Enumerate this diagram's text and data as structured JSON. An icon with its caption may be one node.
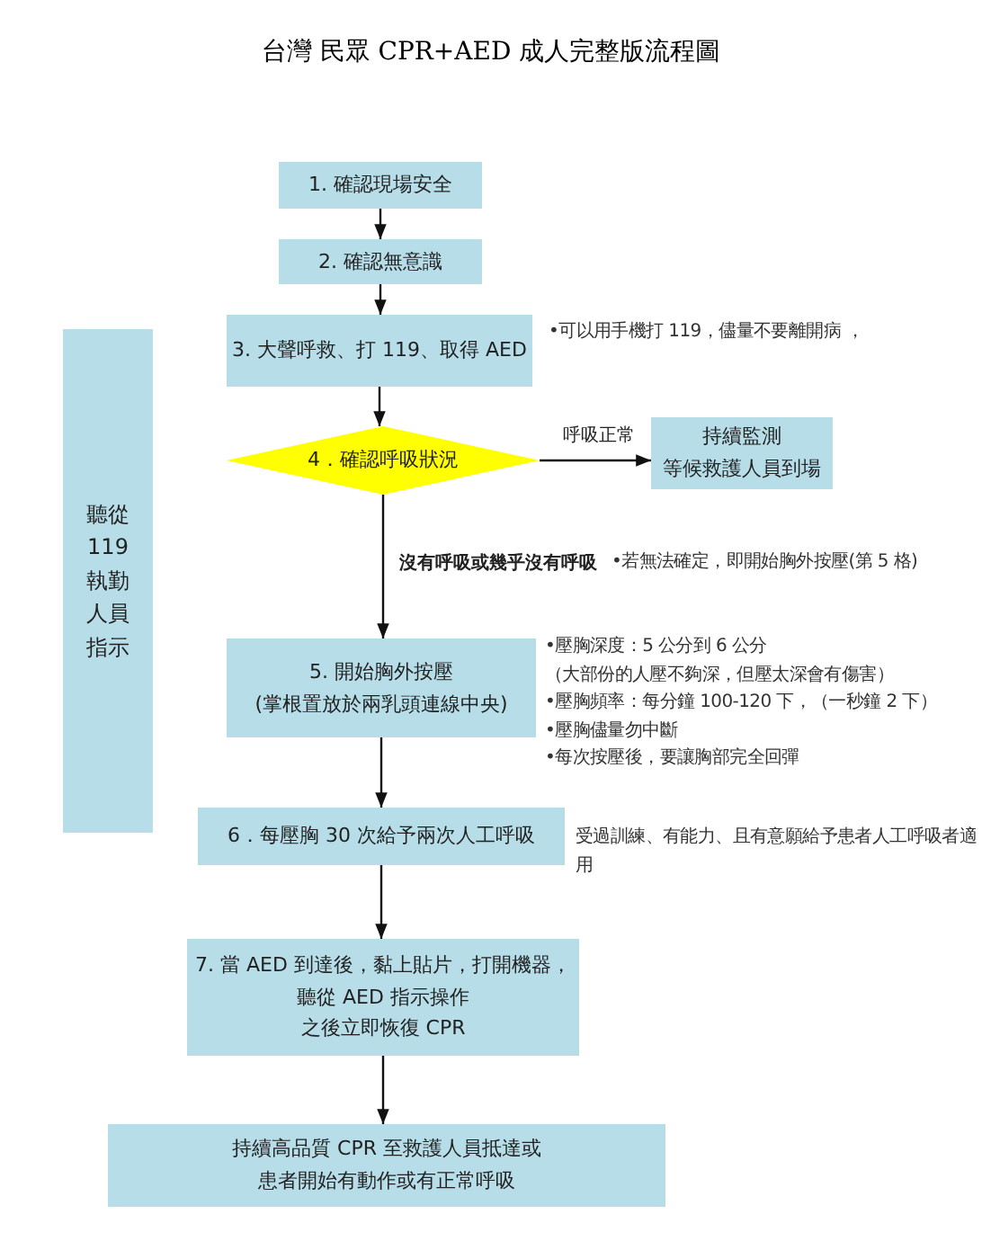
{
  "diagram": {
    "title": "台灣 民眾 CPR+AED 成人完整版流程圖",
    "nodes": [
      {
        "text": [
          "1. 確認現場安全"
        ]
      },
      {
        "text": [
          "2. 確認無意識"
        ]
      },
      {
        "text": [
          "3. 大聲呼救、打 119、取得 AED"
        ],
        "beside": [
          "•可以用手機打 119，儘量不要離開病 ，"
        ]
      },
      {
        "text": [
          "4．確認呼吸狀況"
        ]
      },
      {
        "text": [
          "持續監測",
          "等候救護人員到場"
        ]
      },
      {
        "text": [
          "5. 開始胸外按壓",
          "(掌根置放於兩乳頭連線中央)"
        ],
        "beside": [
          "•壓胸深度：5 公分到 6 公分",
          "（大部份的人壓不夠深，但壓太深會有傷害）",
          "•壓胸頻率：每分鐘 100-120 下，（一秒鐘 2 下）",
          "•壓胸儘量勿中斷",
          "•每次按壓後，要讓胸部完全回彈"
        ]
      },
      {
        "text": [
          "6．每壓胸 30 次給予兩次人工呼吸"
        ],
        "beside": [
          "受過訓練、有能力、且有意願給予患者人工呼吸者適用"
        ]
      },
      {
        "text": [
          "7. 當 AED 到達後，黏上貼片，打開機器，",
          "聽從 AED 指示操作",
          "之後立即恢復 CPR"
        ]
      },
      {
        "text": [
          "持續高品質 CPR 至救護人員抵達或",
          "患者開始有動作或有正常呼吸"
        ]
      },
      {
        "text": [
          "聽從119執勤人員指示"
        ]
      }
    ],
    "edges": [
      {
        "from": 0,
        "to": 1,
        "arrow": "to"
      },
      {
        "from": 1,
        "to": 2,
        "arrow": "to"
      },
      {
        "from": 2,
        "to": 3,
        "arrow": "to"
      },
      {
        "from": 3,
        "to": 4,
        "arrow": "to",
        "label": "呼吸正常"
      },
      {
        "from": 3,
        "to": 5,
        "arrow": "to",
        "label": "沒有呼吸或幾乎沒有呼吸"
      },
      {
        "from": 5,
        "to": 6,
        "arrow": "to"
      },
      {
        "from": 6,
        "to": 7,
        "arrow": "to"
      },
      {
        "from": 7,
        "to": 8,
        "arrow": "to"
      }
    ],
    "labels": [
      "•若無法確定，即開始胸外按壓(第 5 格)"
    ]
  }
}
